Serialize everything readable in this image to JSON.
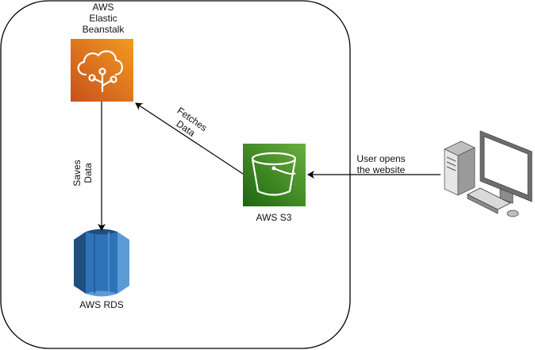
{
  "nodes": {
    "elastic_beanstalk": {
      "label": "AWS\nElastic\nBeanstalk",
      "icon": "elastic-beanstalk-icon",
      "color": "#E7711B"
    },
    "s3": {
      "label": "AWS S3",
      "icon": "s3-bucket-icon",
      "color": "#3F8624"
    },
    "rds": {
      "label": "AWS RDS",
      "icon": "rds-database-icon",
      "color": "#2E73B8"
    },
    "user_pc": {
      "icon": "desktop-computer-icon"
    }
  },
  "edges": {
    "user_to_s3": {
      "label": "User opens\nthe website"
    },
    "s3_to_eb": {
      "label": "Fetches\nData"
    },
    "eb_to_rds": {
      "label": "Saves\nData"
    }
  }
}
